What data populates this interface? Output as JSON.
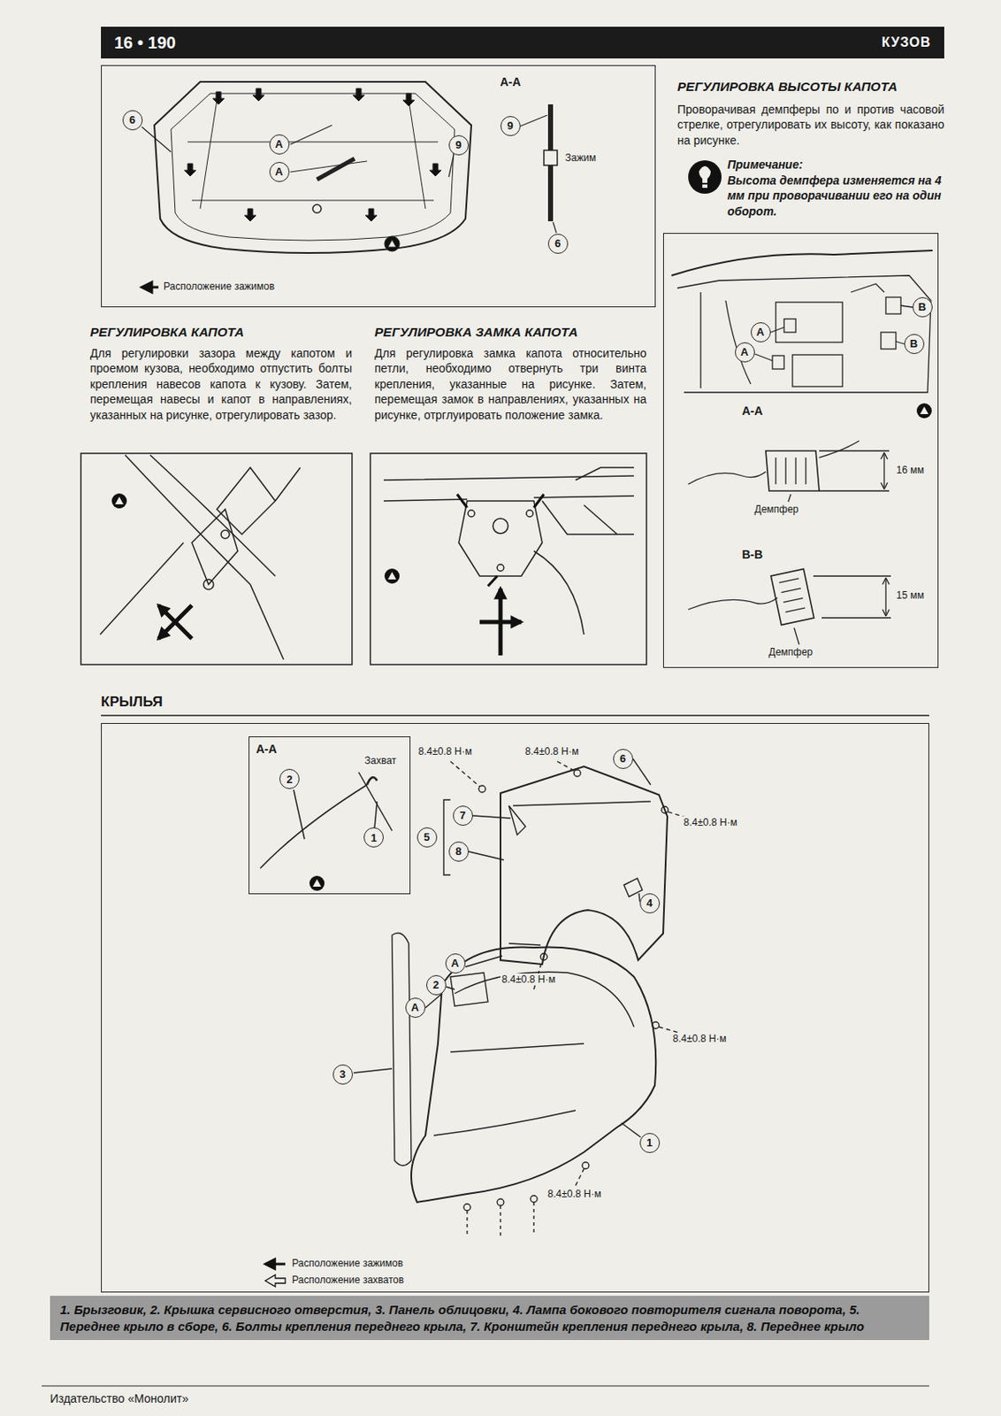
{
  "diagram": {
    "nodes": [
      {
        "text": [
          "16 • 190",
          "КУЗОВ"
        ]
      },
      {
        "text": [
          "A-A",
          "Зажим"
        ]
      },
      {
        "text": [
          "6"
        ],
        "in": 1
      },
      {
        "text": [
          "9"
        ],
        "in": 1
      },
      {
        "text": [
          "A"
        ],
        "in": 1
      },
      {
        "text": [
          "A"
        ],
        "in": 1
      },
      {
        "text": [
          "9"
        ],
        "in": 1
      },
      {
        "text": [
          "6"
        ],
        "in": 1
      },
      {
        "text": [
          "A-A",
          "16 мм",
          "Демпфер",
          "B-B",
          "15 мм",
          "Демпфер"
        ]
      },
      {
        "text": [
          "A"
        ],
        "in": 8
      },
      {
        "text": [
          "A"
        ],
        "in": 8
      },
      {
        "text": [
          "B"
        ],
        "in": 8
      },
      {
        "text": [
          "B"
        ],
        "in": 8
      },
      {
        "text": [
          "8.4±0.8 Н·м",
          "8.4±0.8 Н·м",
          "8.4±0.8 Н·м",
          "8.4±0.8 Н·м",
          "8.4±0.8 Н·м",
          "8.4±0.8 Н·м"
        ]
      },
      {
        "text": [
          "A-A",
          "Захват"
        ],
        "in": 13
      },
      {
        "text": [
          "2"
        ],
        "in": 14
      },
      {
        "text": [
          "1"
        ],
        "in": 14
      },
      {
        "text": [
          "6"
        ],
        "in": 13
      },
      {
        "text": [
          "7"
        ],
        "in": 13
      },
      {
        "text": [
          "5"
        ],
        "in": 13
      },
      {
        "text": [
          "8"
        ],
        "in": 13
      },
      {
        "text": [
          "4"
        ],
        "in": 13
      },
      {
        "text": [
          "A"
        ],
        "in": 13
      },
      {
        "text": [
          "2"
        ],
        "in": 13
      },
      {
        "text": [
          "A"
        ],
        "in": 13
      },
      {
        "text": [
          "3"
        ],
        "in": 13
      },
      {
        "text": [
          "1"
        ],
        "in": 13
      },
      {
        "text": [
          "1. Брызговик, 2. Крышка сервисного отверстия, 3. Панель облицовки, 4. Лампа бокового повторителя сигнала поворота, 5. Переднее крыло в сборе, 6. Болты крепления переднего крыла, 7. Кронштейн крепления переднего крыла, 8. Переднее крыло"
        ]
      }
    ],
    "labels": [
      "РЕГУЛИРОВКА ВЫСОТЫ КАПОТА",
      "Проворачивая демпферы по и против часовой стрелке, отрегулировать их высоту, как показано на рисунке.",
      "Примечание:",
      "Высота демпфера изменяется на 4 мм при проворачивании его на один оборот.",
      "РЕГУЛИРОВКА КАПОТА",
      "Для регулировки зазора между капотом и проемом кузова, необходимо отпустить болты крепления навесов капота к кузову. Затем, перемещая навесы и капот в направлениях, указанных на рисунке, отрегулировать зазор.",
      "РЕГУЛИРОВКА ЗАМКА КАПОТА",
      "Для регулировка замка капота относительно петли, необходимо отвернуть три винта крепления, указанные на рисунке. Затем, перемещая замок в направлениях, указанных на рисунке, отрглуировать положение замка.",
      "КРЫЛЬЯ",
      "Издательство «Монолит»"
    ],
    "legend": [
      {
        "text": "Расположение зажимов"
      },
      {
        "text": "Расположение зажимов"
      },
      {
        "text": "Расположение захватов"
      }
    ]
  }
}
